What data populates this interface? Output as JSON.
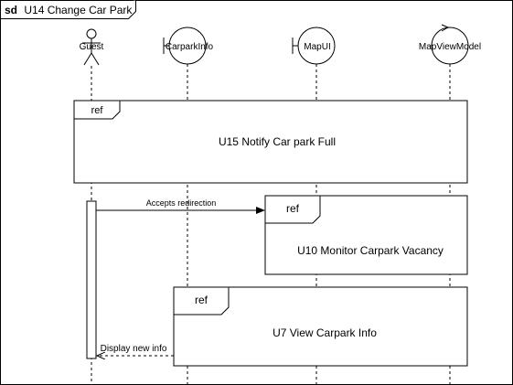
{
  "frame": {
    "keyword": "sd",
    "title": "U14 Change Car Park"
  },
  "lifelines": [
    {
      "name": "Guest",
      "kind": "actor"
    },
    {
      "name": "CarparkInfo",
      "kind": "boundary"
    },
    {
      "name": "MapUI",
      "kind": "boundary"
    },
    {
      "name": "MapViewModel",
      "kind": "control"
    }
  ],
  "fragments": [
    {
      "tag": "ref",
      "label": "U15 Notify Car park Full"
    },
    {
      "tag": "ref",
      "label": "U10 Monitor Carpark Vacancy"
    },
    {
      "tag": "ref",
      "label": "U7 View Carpark Info"
    }
  ],
  "messages": [
    {
      "label": "Accepts redirection",
      "style": "sync"
    },
    {
      "label": "Display new info",
      "style": "return"
    }
  ]
}
